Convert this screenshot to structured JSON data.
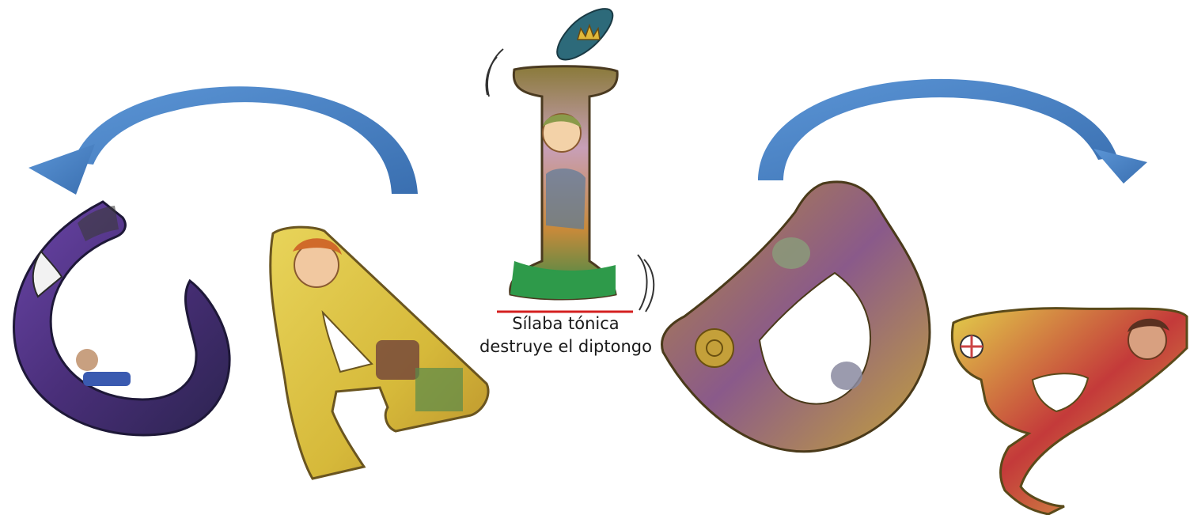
{
  "letters": [
    "C",
    "A",
    "Í",
    "D",
    "A"
  ],
  "caption": {
    "line1": "Sílaba tónica",
    "line2": "destruye el diptongo"
  },
  "colors": {
    "arrow": "#4a86c8",
    "underline": "#d42020",
    "c_letter": "#5a3d8c",
    "a_letter": "#d9c23c",
    "i_letter": "#b8a24a",
    "accent_mark": "#2d6a7a",
    "d_letter": "#b07a2e"
  },
  "icons": {
    "left_arrow": "curved-arrow-left-icon",
    "right_arrow": "curved-arrow-right-icon",
    "crown": "crown-icon",
    "wobble_marks": "motion-lines-icon"
  }
}
